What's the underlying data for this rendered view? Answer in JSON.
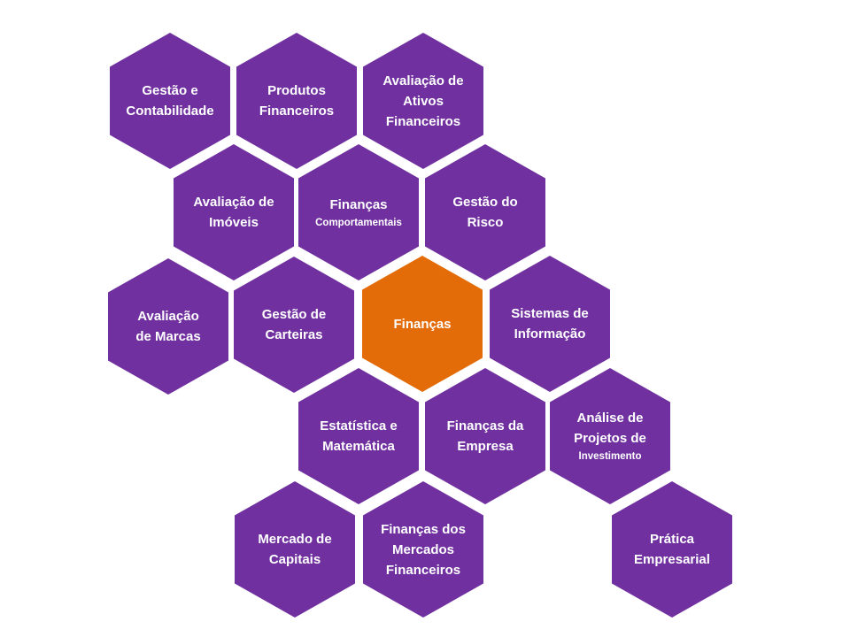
{
  "colors": {
    "primary": "#7030A0",
    "center": "#E36C09",
    "text": "#FFFFFF"
  },
  "hexagons": [
    {
      "id": "gestao-contabilidade",
      "lines": [
        "Gestão e",
        "Contabilidade"
      ]
    },
    {
      "id": "produtos-financeiros",
      "lines": [
        "Produtos",
        "Financeiros"
      ]
    },
    {
      "id": "avaliacao-ativos",
      "lines": [
        "Avaliação de",
        "Ativos",
        "Financeiros"
      ]
    },
    {
      "id": "avaliacao-imoveis",
      "lines": [
        "Avaliação de",
        "Imóveis"
      ]
    },
    {
      "id": "financas-comportamentais",
      "lines": [
        "Finanças",
        "Comportamentais"
      ]
    },
    {
      "id": "gestao-risco",
      "lines": [
        "Gestão do",
        "Risco"
      ]
    },
    {
      "id": "avaliacao-marcas",
      "lines": [
        "Avaliação",
        "de Marcas"
      ]
    },
    {
      "id": "gestao-carteiras",
      "lines": [
        "Gestão de",
        "Carteiras"
      ]
    },
    {
      "id": "financas",
      "lines": [
        "Finanças"
      ]
    },
    {
      "id": "sistemas-informacao",
      "lines": [
        "Sistemas de",
        "Informação"
      ]
    },
    {
      "id": "estatistica-matematica",
      "lines": [
        "Estatística e",
        "Matemática"
      ]
    },
    {
      "id": "financas-empresa",
      "lines": [
        "Finanças da",
        "Empresa"
      ]
    },
    {
      "id": "analise-projetos",
      "lines": [
        "Análise de",
        "Projetos de",
        "Investimento"
      ]
    },
    {
      "id": "mercado-capitais",
      "lines": [
        "Mercado de",
        "Capitais"
      ]
    },
    {
      "id": "financas-mercados",
      "lines": [
        "Finanças dos",
        "Mercados",
        "Financeiros"
      ]
    },
    {
      "id": "pratica-empresarial",
      "lines": [
        "Prática",
        "Empresarial"
      ]
    }
  ]
}
